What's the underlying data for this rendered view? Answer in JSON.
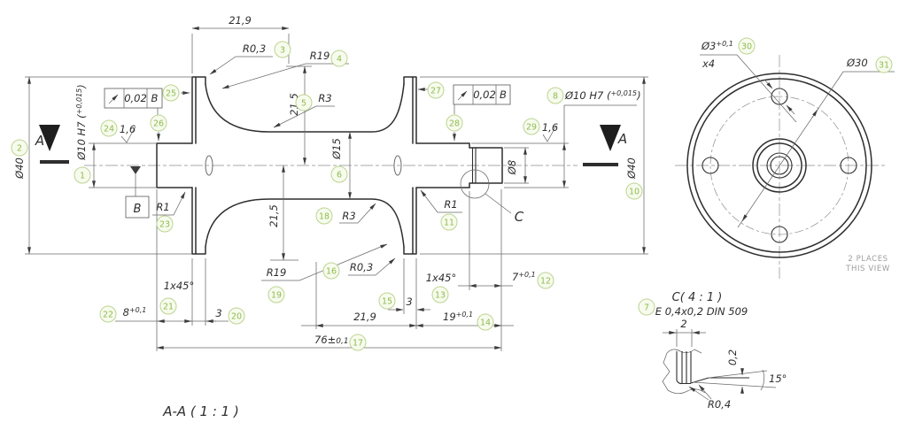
{
  "colors": {
    "line": "#2e2e2e",
    "thin": "#6a6a6a",
    "center": "#8c8c8c",
    "balloon_fill": "#f7fbee",
    "balloon_stroke": "#bcd491",
    "balloon_text": "#8fbc4f",
    "note_text": "#9c9c9c",
    "arrow": "#3c3c3c"
  },
  "titles": {
    "section_label": "A-A ( 1 : 1 )",
    "detail_title": "C( 4 : 1 )",
    "detail_note": "E 0,4x0,2 DIN 509",
    "places_note_line1": "2 PLACES",
    "places_note_line2": "THIS VIEW"
  },
  "dims": {
    "len_21_9_top": "21,9",
    "len_21_9_bottom": "21,9",
    "rad_21_5_top": "21,5",
    "rad_21_5_bottom": "21,5",
    "r0_3_top": "R0,3",
    "r0_3_bottom": "R0,3",
    "r19_top": "R19",
    "r19_bottom": "R19",
    "r3_top": "R3",
    "r3_bottom": "R3",
    "r1_left": "R1",
    "r1_right": "R1",
    "dia40_left": "Ø40",
    "dia40_right": "Ø40",
    "dia15": "Ø15",
    "dia8": "Ø8",
    "dia10_left_text": "Ø10 H7 (",
    "dia10_left_tol": "+0,015",
    "dia10_left_close": ")",
    "dia10_right_text": "Ø10 H7 (",
    "dia10_right_tol": "+0,015",
    "dia10_right_close": ")",
    "len_8": "8",
    "len_8_tol": "+0,1",
    "len_7": "7",
    "len_7_tol": "+0,1",
    "len_19": "19",
    "len_19_tol": "+0,1",
    "len_76": "76±",
    "len_76_tol": "0,1",
    "thk_3_left": "3",
    "thk_3_right": "3",
    "chamfer_left": "1x45°",
    "chamfer_right": "1x45°",
    "finish_left": "1,6",
    "finish_right": "1,6",
    "gdt_left_value": "0,02",
    "gdt_left_datum": "B",
    "gdt_right_value": "0,02",
    "gdt_right_datum": "B",
    "datum_label": "B",
    "section_arrow_left": "A",
    "section_arrow_right": "A",
    "detail_ref": "C",
    "dia3": "Ø3",
    "dia3_tol": "+0,1",
    "dia3_qty": "x4",
    "dia30": "Ø30",
    "detail_width": "2",
    "detail_depth": "0,2",
    "detail_angle": "15°",
    "detail_radius": "R0,4"
  },
  "balloons": {
    "b1": "1",
    "b2": "2",
    "b3": "3",
    "b4": "4",
    "b5": "5",
    "b6": "6",
    "b7": "7",
    "b8": "8",
    "b10": "10",
    "b11": "11",
    "b12": "12",
    "b13": "13",
    "b14": "14",
    "b15": "15",
    "b16": "16",
    "b17": "17",
    "b18": "18",
    "b19": "19",
    "b20": "20",
    "b21": "21",
    "b22": "22",
    "b23": "23",
    "b24": "24",
    "b25": "25",
    "b26": "26",
    "b27": "27",
    "b28": "28",
    "b29": "29",
    "b30": "30",
    "b31": "31"
  }
}
